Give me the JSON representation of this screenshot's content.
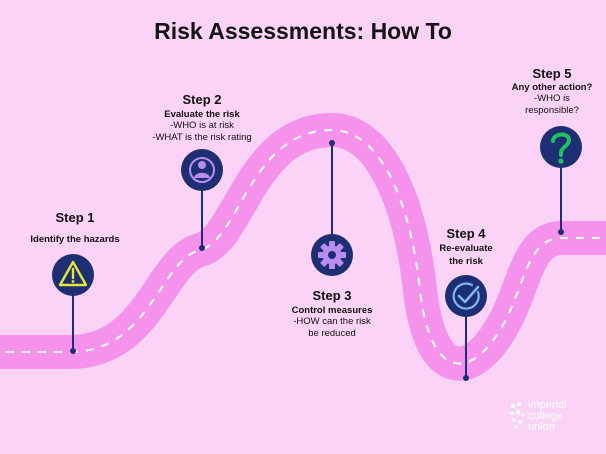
{
  "title": "Risk Assessments: How To",
  "colors": {
    "background": "#fbd3f6",
    "road": "#f592eb",
    "road_dashes": "#ffffff",
    "icon_circle": "#1d2f72",
    "pin_line": "#1d2f72",
    "icon_glyph_primary": "#e6e63a",
    "icon_glyph_secondary": "#b98cf0",
    "icon_glyph_check": "#7fb7f5",
    "icon_glyph_question": "#1fc15f"
  },
  "steps": [
    {
      "id": "step1",
      "title": "Step 1",
      "subtitle": "Identify the hazards",
      "lines": [],
      "icon": "warning-icon"
    },
    {
      "id": "step2",
      "title": "Step 2",
      "subtitle": "Evaluate the risk",
      "lines": [
        "-WHO is at risk",
        "-WHAT is the risk rating"
      ],
      "icon": "person-icon"
    },
    {
      "id": "step3",
      "title": "Step 3",
      "subtitle": "Control measures",
      "lines": [
        "-HOW can the risk",
        "be reduced"
      ],
      "icon": "gear-icon"
    },
    {
      "id": "step4",
      "title": "Step 4",
      "subtitle": "Re-evaluate",
      "lines": [
        "the risk"
      ],
      "icon": "check-icon"
    },
    {
      "id": "step5",
      "title": "Step 5",
      "subtitle": "Any other action?",
      "lines": [
        "-WHO is",
        "responsible?"
      ],
      "icon": "question-icon"
    }
  ],
  "logo": {
    "lines": [
      "imperial",
      "college",
      "union"
    ]
  }
}
